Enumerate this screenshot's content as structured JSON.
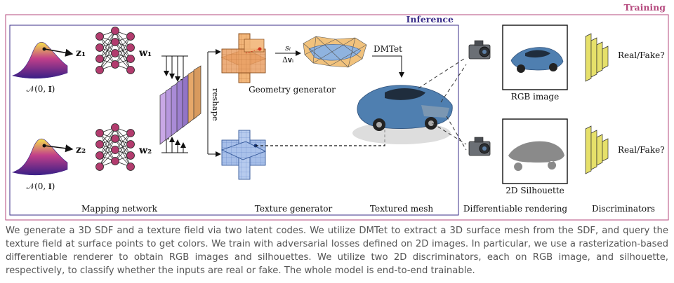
{
  "figure": {
    "training_label": "Training",
    "inference_label": "Inference",
    "mapping": {
      "dist_top": "𝒩(0, 𝐈)",
      "dist_bottom": "𝒩(0, 𝐈)",
      "z1": "𝐳₁",
      "z2": "𝐳₂",
      "w1": "𝐰₁",
      "w2": "𝐰₂",
      "reshape": "reshape",
      "section_label": "Mapping network"
    },
    "geometry": {
      "s_label": "sᵢ",
      "dv_label": "Δ𝐯ᵢ",
      "label": "Geometry generator"
    },
    "dmtet_label": "DMTet",
    "texture_label": "Texture generator",
    "textured_mesh_label": "Textured mesh",
    "renders": {
      "rgb_label": "RGB image",
      "silhouette_label": "2D Silhouette",
      "section_label": "Differentiable rendering"
    },
    "discriminators": {
      "top_output": "Real/Fake?",
      "bottom_output": "Real/Fake?",
      "section_label": "Discriminators"
    },
    "colors": {
      "training": "#b5497e",
      "inference": "#3b2f8a",
      "geometry_plane": "#e9a066",
      "texture_plane": "#9db7e6",
      "disc": "#e6e06a",
      "car": "#4f7fb0"
    }
  },
  "caption": "We generate a 3D SDF and a texture field via two latent codes. We utilize DMTet to extract a 3D surface mesh from the SDF, and query the texture field at surface points to get colors. We train with adversarial losses defined on 2D images. In particular, we use a rasterization-based differentiable renderer to obtain RGB images and silhouettes. We utilize two 2D discriminators, each on RGB image, and silhouette, respectively, to classify whether the inputs are real or fake. The whole model is end-to-end trainable."
}
